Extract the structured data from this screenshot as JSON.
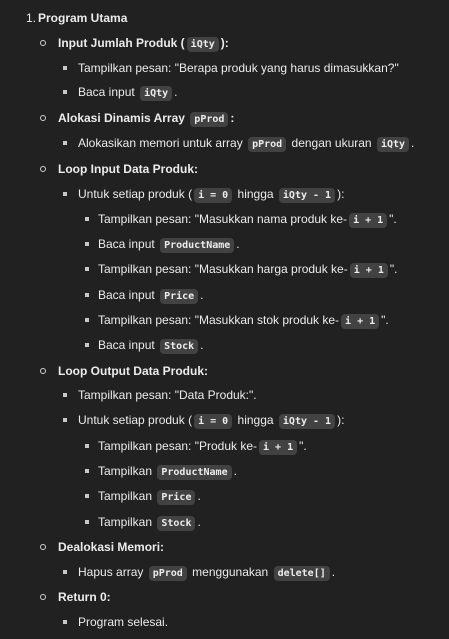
{
  "heading": {
    "number": "1.",
    "title": "Program Utama"
  },
  "s1": {
    "title_pre": "Input Jumlah Produk (",
    "code": "iQty",
    "title_post": "):",
    "i1": "Tampilkan pesan: \"Berapa produk yang harus dimasukkan?\"",
    "i2_pre": "Baca input",
    "i2_code": "iQty",
    "i2_post": "."
  },
  "s2": {
    "title": "Alokasi Dinamis Array",
    "code": "pProd",
    "title_post": ":",
    "i1_pre": "Alokasikan memori untuk array",
    "i1_code1": "pProd",
    "i1_mid": "dengan ukuran",
    "i1_code2": "iQty",
    "i1_post": "."
  },
  "s3": {
    "title": "Loop Input Data Produk:",
    "loop_pre": "Untuk setiap produk (",
    "loop_code1": "i = 0",
    "loop_mid": "hingga",
    "loop_code2": "iQty - 1",
    "loop_post": "):",
    "n1_pre": "Tampilkan pesan: \"Masukkan nama produk ke-",
    "n1_code": "i + 1",
    "n1_post": "\".",
    "n2_pre": "Baca input",
    "n2_code": "ProductName",
    "n2_post": ".",
    "n3_pre": "Tampilkan pesan: \"Masukkan harga produk ke-",
    "n3_code": "i + 1",
    "n3_post": "\".",
    "n4_pre": "Baca input",
    "n4_code": "Price",
    "n4_post": ".",
    "n5_pre": "Tampilkan pesan: \"Masukkan stok produk ke-",
    "n5_code": "i + 1",
    "n5_post": "\".",
    "n6_pre": "Baca input",
    "n6_code": "Stock",
    "n6_post": "."
  },
  "s4": {
    "title": "Loop Output Data Produk:",
    "i1": "Tampilkan pesan: \"Data Produk:\".",
    "loop_pre": "Untuk setiap produk (",
    "loop_code1": "i = 0",
    "loop_mid": "hingga",
    "loop_code2": "iQty - 1",
    "loop_post": "):",
    "n1_pre": "Tampilkan pesan: \"Produk ke-",
    "n1_code": "i + 1",
    "n1_post": "\".",
    "n2_pre": "Tampilkan",
    "n2_code": "ProductName",
    "n2_post": ".",
    "n3_pre": "Tampilkan",
    "n3_code": "Price",
    "n3_post": ".",
    "n4_pre": "Tampilkan",
    "n4_code": "Stock",
    "n4_post": "."
  },
  "s5": {
    "title": "Dealokasi Memori:",
    "i1_pre": "Hapus array",
    "i1_code1": "pProd",
    "i1_mid": "menggunakan",
    "i1_code2": "delete[]",
    "i1_post": "."
  },
  "s6": {
    "title": "Return 0:",
    "i1": "Program selesai."
  }
}
